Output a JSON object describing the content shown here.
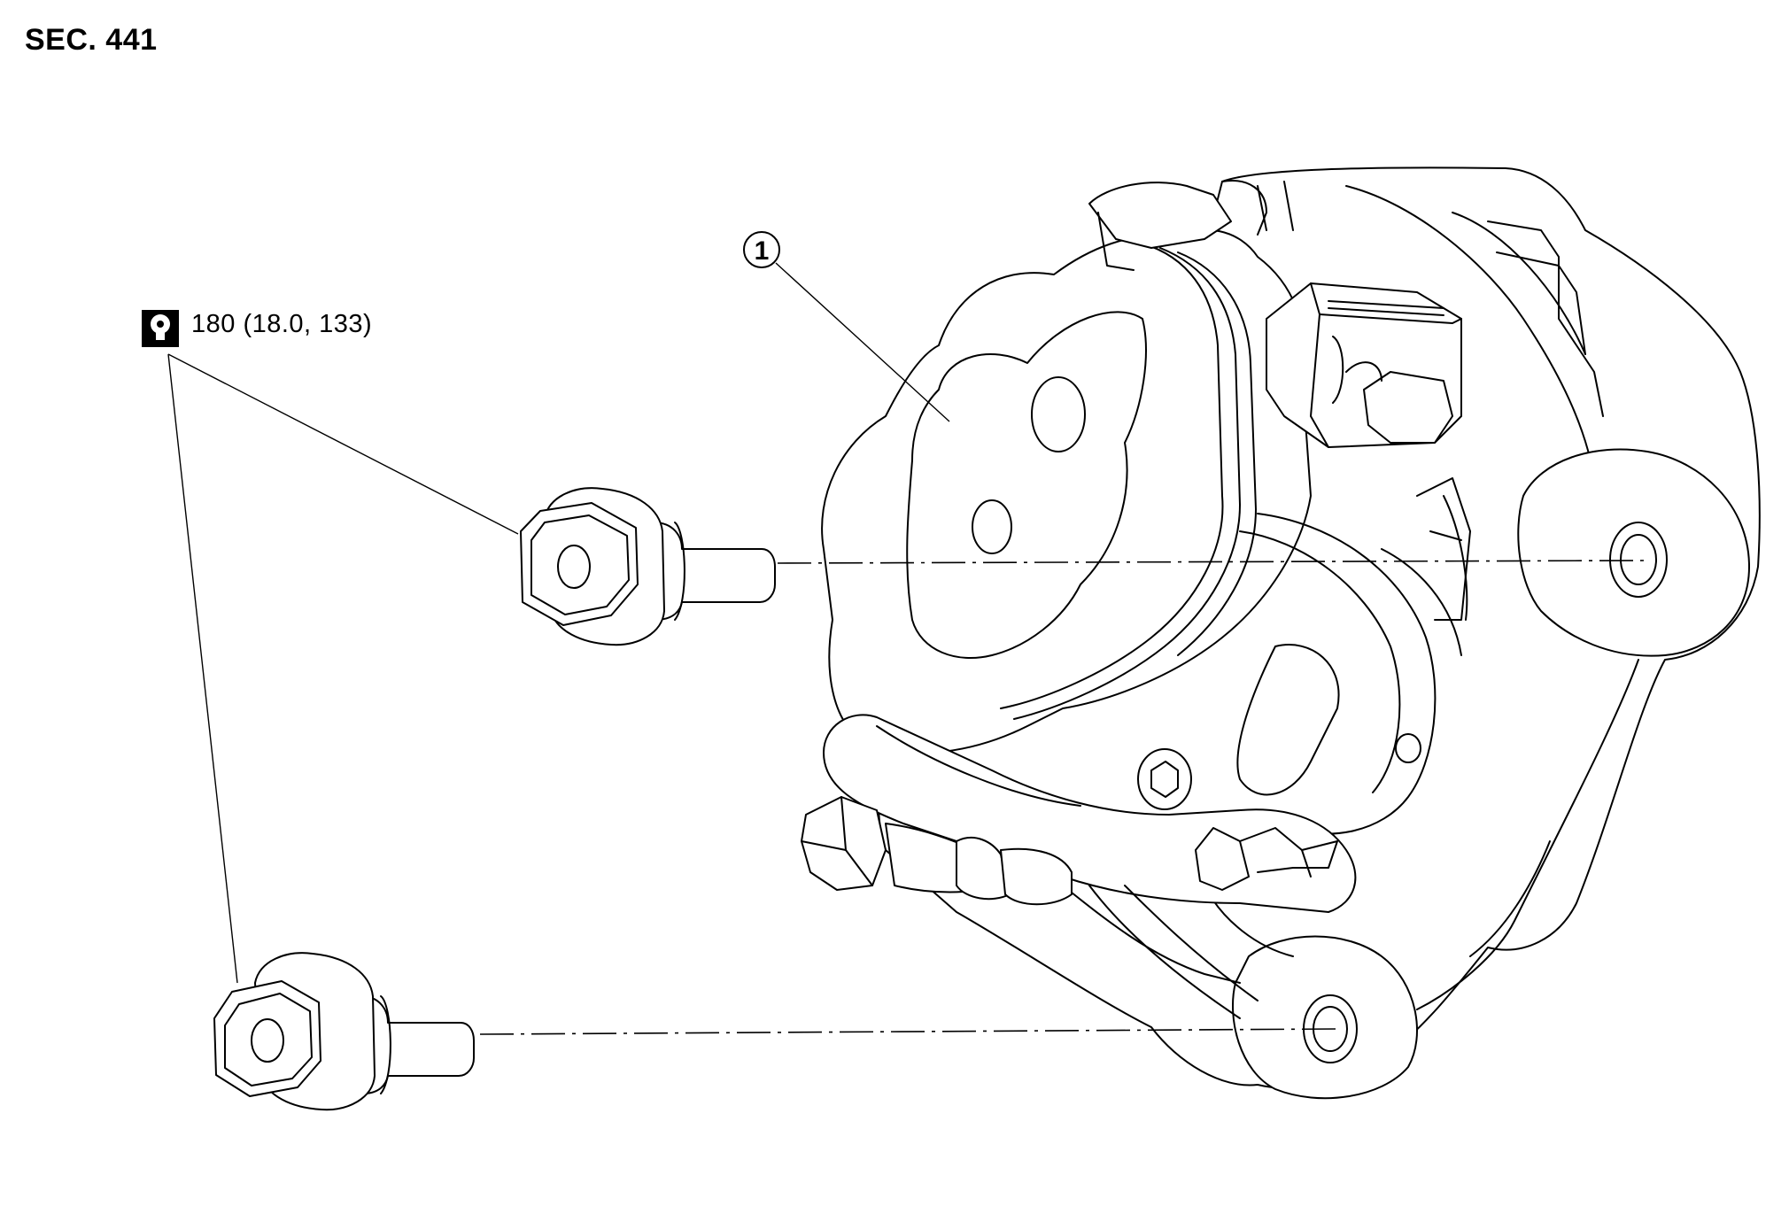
{
  "section_label": "SEC. 441",
  "torque_spec": "180 (18.0, 133)",
  "torque_icon": "torque-wrench-icon",
  "part_callouts": [
    {
      "number": "1"
    }
  ]
}
